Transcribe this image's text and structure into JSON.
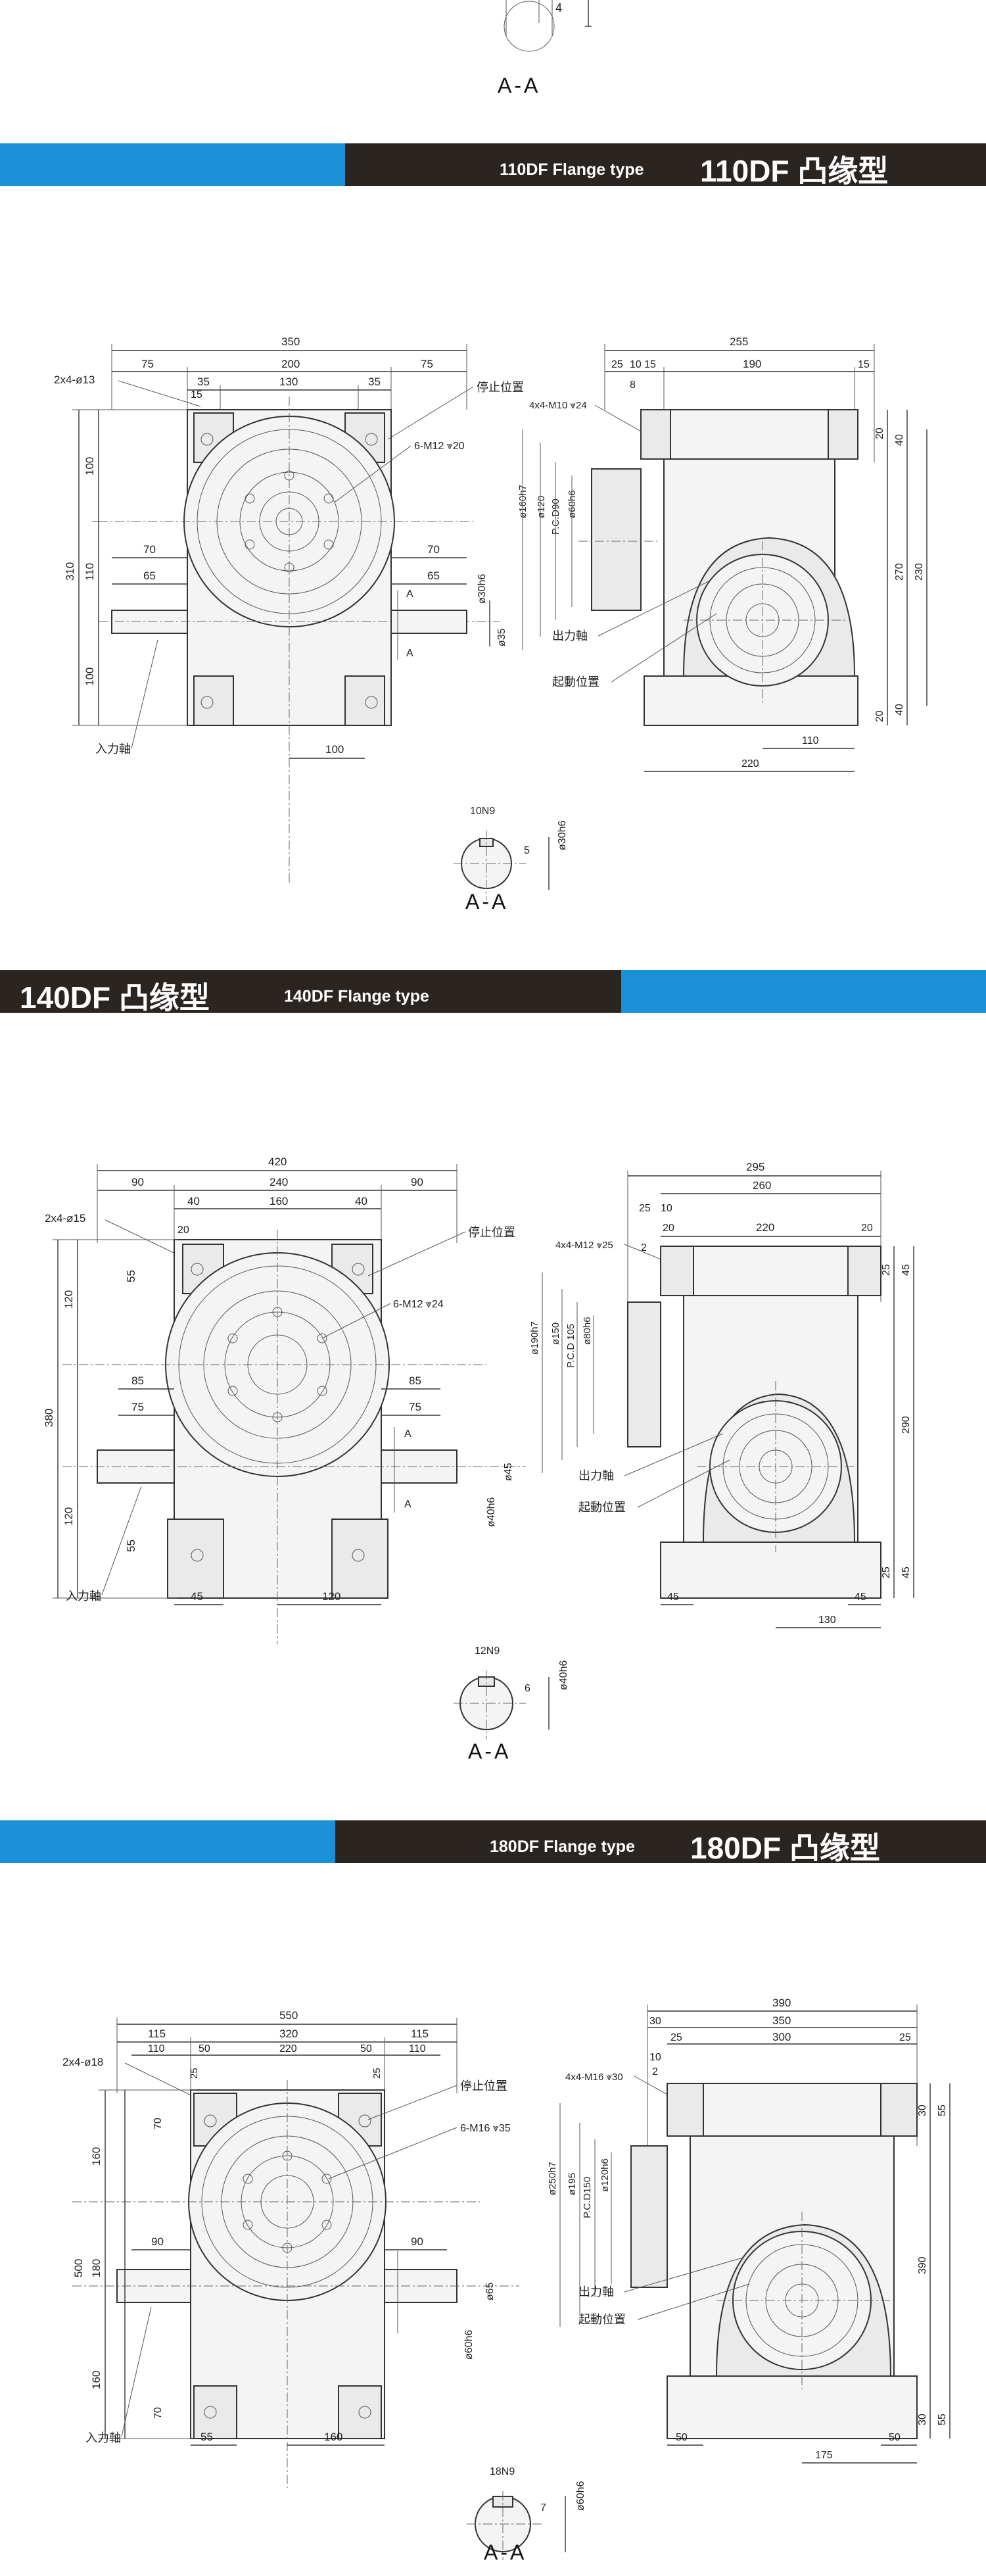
{
  "top_fragment": {
    "dim_value": "4",
    "section_label": "A-A"
  },
  "banners": [
    {
      "small": "110DF Flange type",
      "big": "110DF 凸缘型"
    },
    {
      "small": "140DF Flange type",
      "big": "140DF 凸缘型"
    },
    {
      "small": "180DF Flange type",
      "big": "180DF 凸缘型"
    }
  ],
  "models": [
    {
      "id": "110DF",
      "front": {
        "top_dims": [
          "350",
          "75",
          "200",
          "75",
          "35",
          "130",
          "35",
          "15"
        ],
        "hole_label": "2x4-ø13",
        "stop_label": "停止位置",
        "tap_label": "6-M12 ⩔20",
        "left_dims": [
          "100",
          "310",
          "110",
          "100"
        ],
        "shaft_dims": [
          "70",
          "65"
        ],
        "right_shaft_dims": [
          "70",
          "65",
          "ø30h6",
          "ø35"
        ],
        "bottom_dim": "100",
        "input_label": "入力軸",
        "section_mark": "A"
      },
      "side": {
        "top_dims": [
          "255",
          "25",
          "10",
          "15",
          "190",
          "15",
          "8"
        ],
        "tap_label": "4x4-M10 ⩔24",
        "diam_labels": [
          "ø160h7",
          "ø120",
          "P.C.D90",
          "ø60h6"
        ],
        "right_dims": [
          "20",
          "40",
          "270",
          "230",
          "20",
          "40"
        ],
        "bottom_dims": [
          "110",
          "220"
        ],
        "output_label": "出力軸",
        "start_label": "起動位置"
      },
      "section": {
        "key_dim": "10N9",
        "depth_dim": "5",
        "shaft_dim": "ø30h6",
        "label": "A-A"
      }
    },
    {
      "id": "140DF",
      "front": {
        "top_dims": [
          "420",
          "90",
          "240",
          "90",
          "40",
          "160",
          "40",
          "20"
        ],
        "hole_label": "2x4-ø15",
        "stop_label": "停止位置",
        "tap_label": "6-M12 ⩔24",
        "left_dims": [
          "120",
          "55",
          "380",
          "120",
          "55"
        ],
        "shaft_dims": [
          "85",
          "75"
        ],
        "right_shaft_dims": [
          "85",
          "75",
          "ø45",
          "ø40h6"
        ],
        "bottom_dims": [
          "45",
          "120"
        ],
        "input_label": "入力軸",
        "section_mark": "A"
      },
      "side": {
        "top_dims": [
          "295",
          "260",
          "25",
          "10",
          "20",
          "220",
          "20",
          "2"
        ],
        "tap_label": "4x4-M12 ⩔25",
        "diam_labels": [
          "ø190h7",
          "ø150",
          "P.C.D 105",
          "ø80h6"
        ],
        "right_dims": [
          "25",
          "45",
          "290",
          "45",
          "25"
        ],
        "bottom_dims": [
          "45",
          "45",
          "130"
        ],
        "output_label": "出力軸",
        "start_label": "起動位置"
      },
      "section": {
        "key_dim": "12N9",
        "depth_dim": "6",
        "shaft_dim": "ø40h6",
        "label": "A-A"
      }
    },
    {
      "id": "180DF",
      "front": {
        "top_dims": [
          "550",
          "115",
          "320",
          "115",
          "110",
          "50",
          "220",
          "50",
          "110",
          "25",
          "25"
        ],
        "hole_label": "2x4-ø18",
        "stop_label": "停止位置",
        "tap_label": "6-M16 ⩔35",
        "left_dims": [
          "70",
          "160",
          "500",
          "180",
          "160",
          "70"
        ],
        "shaft_dims": [
          "90"
        ],
        "right_shaft_dims": [
          "90",
          "ø65",
          "ø60h6"
        ],
        "bottom_dims": [
          "55",
          "160"
        ],
        "input_label": "入力軸",
        "section_mark": "A"
      },
      "side": {
        "top_dims": [
          "390",
          "30",
          "350",
          "25",
          "300",
          "25",
          "10",
          "2"
        ],
        "tap_label": "4x4-M16 ⩔30",
        "diam_labels": [
          "ø250h7",
          "ø195",
          "P.C.D150",
          "ø120h6"
        ],
        "right_dims": [
          "30",
          "55",
          "390",
          "30",
          "55"
        ],
        "bottom_dims": [
          "50",
          "50",
          "175"
        ],
        "output_label": "出力軸",
        "start_label": "起動位置"
      },
      "section": {
        "key_dim": "18N9",
        "depth_dim": "7",
        "shaft_dim": "ø60h6",
        "label": "A-A"
      }
    }
  ]
}
